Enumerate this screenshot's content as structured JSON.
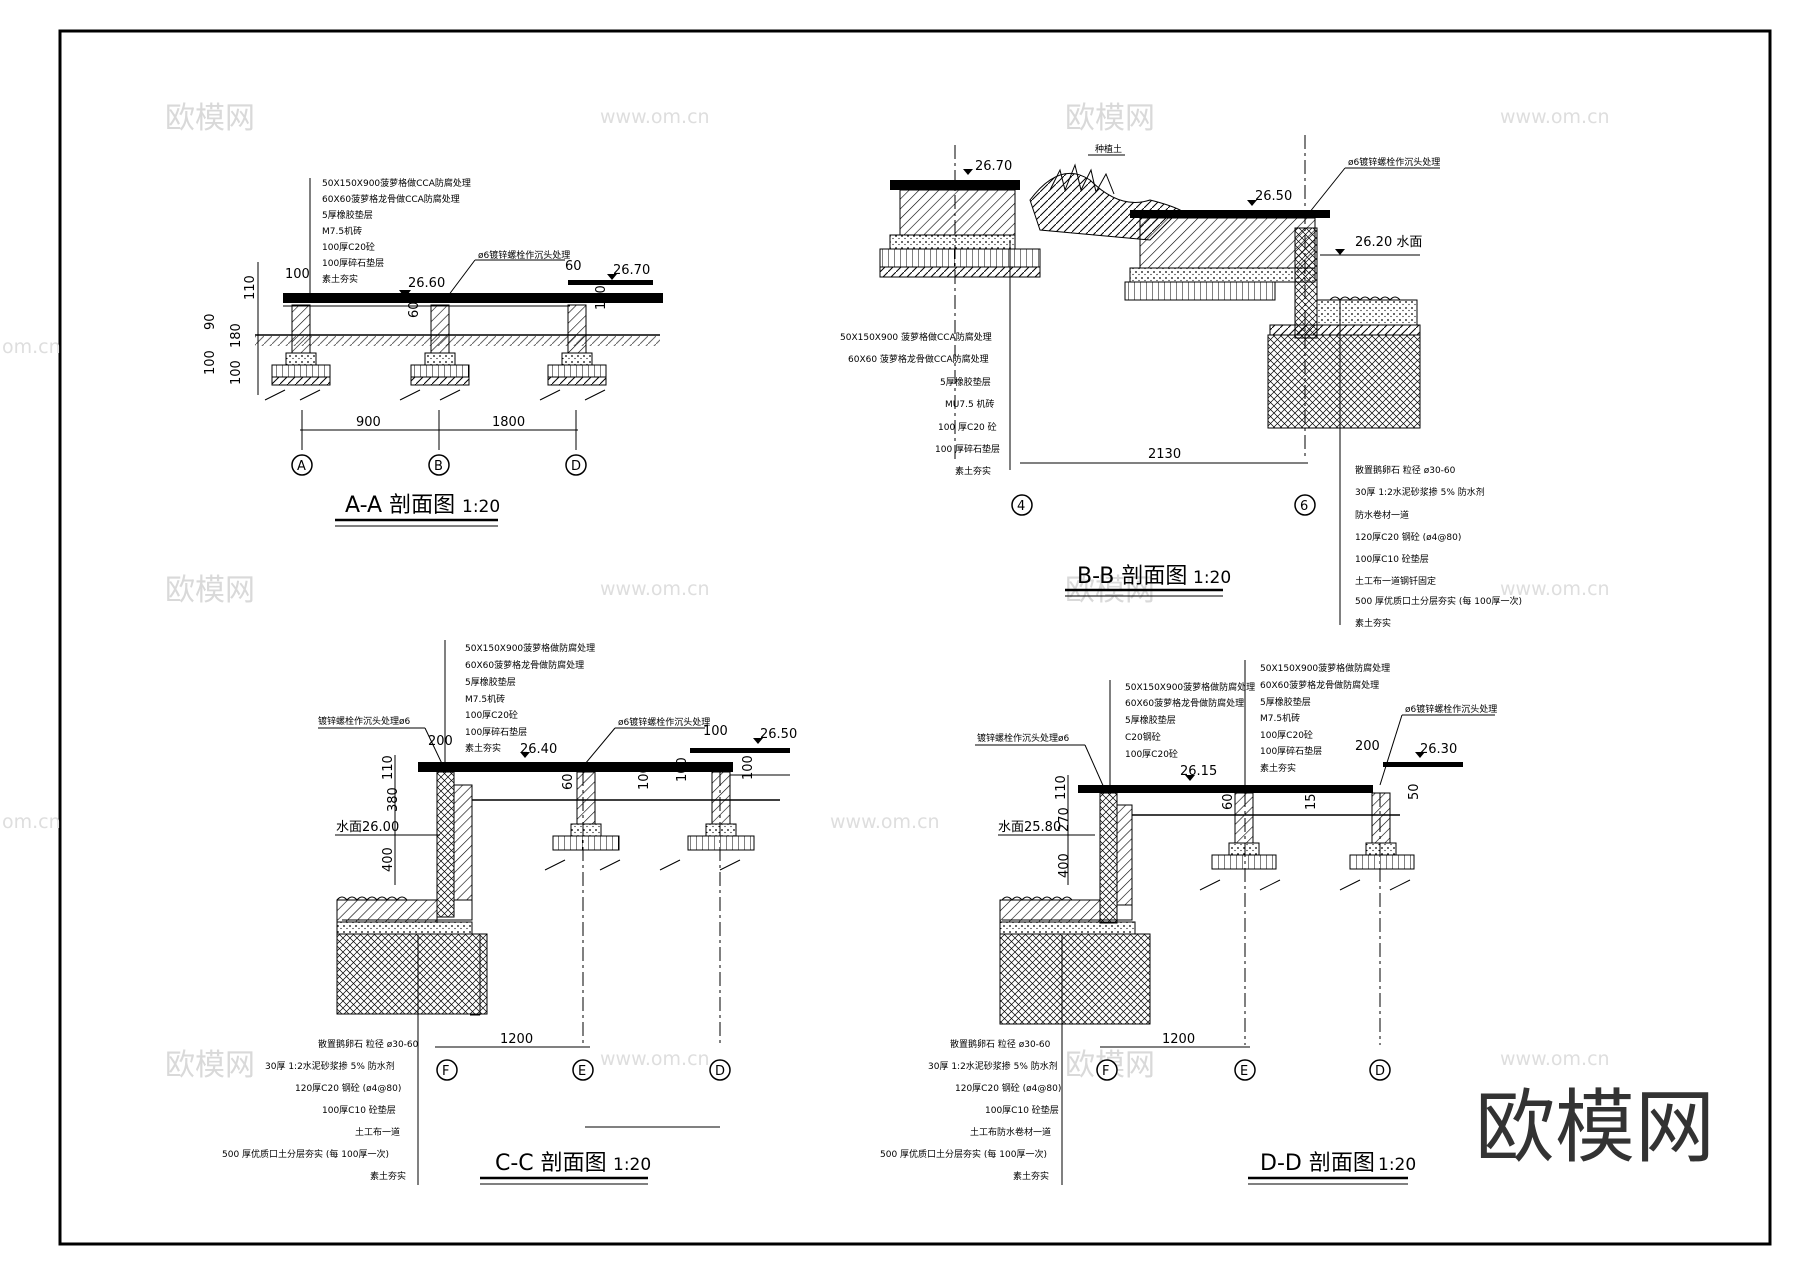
{
  "watermark": {
    "brand": "欧模网",
    "site": "www.om.cn",
    "partial": "om.cn"
  },
  "logo": "欧模网",
  "aa": {
    "title": "A-A 剖面图",
    "scale": "1:20",
    "notes": [
      "50X150X900菠萝格做CCA防腐处理",
      "60X60菠萝格龙骨做CCA防腐处理",
      "5厚橡胶垫层",
      "M7.5机砖",
      "100厚C20砼",
      "100厚碎石垫层",
      "素土夯实"
    ],
    "anchor": "ø6镀锌螺栓作沉头处理",
    "elev1": "26.60",
    "elev2": "26.70",
    "dims_left": [
      "110",
      "90",
      "180",
      "100",
      "100"
    ],
    "dims_top": [
      "100",
      "60",
      "100",
      "60"
    ],
    "dims_bottom": [
      "900",
      "1800"
    ],
    "axes": [
      "A",
      "B",
      "D"
    ]
  },
  "bb": {
    "title": "B-B 剖面图",
    "scale": "1:20",
    "elev1": "26.70",
    "elev2": "26.50",
    "water": "26.20 水面",
    "plant": "种植土",
    "anchor": "ø6镀锌螺栓作沉头处理",
    "notes_left": [
      "50X150X900  菠萝格做CCA防腐处理",
      "60X60  菠萝格龙骨做CCA防腐处理",
      "5厚橡胶垫层",
      "MU7.5  机砖",
      "100 厚C20  砼",
      "100 厚碎石垫层",
      "素土夯实"
    ],
    "notes_right": [
      "散置鹅卵石  粒径  ø30-60",
      "30厚 1:2水泥砂浆掺  5%  防水剂",
      "防水卷材一道",
      "120厚C20 钢砼  (ø4@80)",
      "100厚C10  砼垫层",
      "土工布一道钢钎固定",
      "500 厚优质口土分层夯实    (每  100厚一次)",
      "素土夯实"
    ],
    "dim": "2130",
    "axes": [
      "4",
      "6"
    ]
  },
  "cc": {
    "title": "C-C 剖面图",
    "scale": "1:20",
    "notes": [
      "50X150X900菠萝格做防腐处理",
      "60X60菠萝格龙骨做防腐处理",
      "5厚橡胶垫层",
      "M7.5机砖",
      "100厚C20砼",
      "100厚碎石垫层",
      "素土夯实"
    ],
    "bolt": "镀锌螺栓作沉头处理ø6",
    "anchor": "ø6镀锌螺栓作沉头处理",
    "elev1": "26.40",
    "elev2": "26.50",
    "water": "水面26.00",
    "dims_left": [
      "110",
      "380",
      "400"
    ],
    "dims_top": [
      "200",
      "100",
      "60",
      "100",
      "100",
      "100"
    ],
    "notes_bottom": [
      "散置鹅卵石  粒径  ø30-60",
      "30厚 1:2水泥砂浆掺  5%  防水剂",
      "120厚C20 钢砼  (ø4@80)",
      "100厚C10  砼垫层",
      "土工布一道",
      "500 厚优质口土分层夯实    (每  100厚一次)",
      "素土夯实"
    ],
    "dim": "1200",
    "axes": [
      "F",
      "E",
      "D"
    ]
  },
  "dd": {
    "title": "D-D 剖面图",
    "scale": "1:20",
    "notes_left": [
      "50X150X900菠萝格做防腐处理",
      "60X60菠萝格龙骨做防腐处理",
      "5厚橡胶垫层",
      "C20钢砼",
      "100厚C20砼"
    ],
    "notes_right": [
      "50X150X900菠萝格做防腐处理",
      "60X60菠萝格龙骨做防腐处理",
      "5厚橡胶垫层",
      "M7.5机砖",
      "100厚C20砼",
      "100厚碎石垫层",
      "素土夯实"
    ],
    "bolt": "镀锌螺栓作沉头处理ø6",
    "anchor": "ø6镀锌螺栓作沉头处理",
    "elev1": "26.15",
    "elev2": "26.30",
    "water": "水面25.80",
    "dims_left": [
      "110",
      "270",
      "400"
    ],
    "dims_top": [
      "200",
      "60",
      "150",
      "50"
    ],
    "notes_bottom": [
      "散置鹅卵石  粒径  ø30-60",
      "30厚 1:2水泥砂浆掺  5%  防水剂",
      "120厚C20 钢砼  (ø4@80)",
      "100厚C10  砼垫层",
      "土工布防水卷材一道",
      "500 厚优质口土分层夯实    (每  100厚一次)",
      "素土夯实"
    ],
    "dim": "1200",
    "axes": [
      "F",
      "E",
      "D"
    ]
  }
}
